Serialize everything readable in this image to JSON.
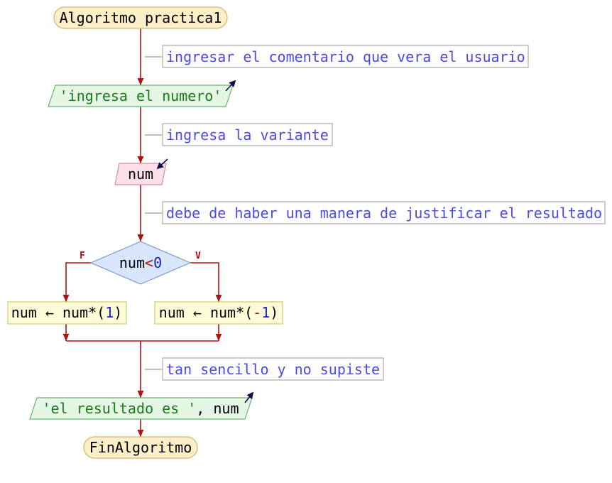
{
  "flow": {
    "start_keyword": "Algoritmo",
    "algorithm_name": "practica1",
    "comment1": "ingresar el comentario que vera el usuario",
    "write1_text": "'ingresa el numero'",
    "comment2": "ingresa la variante",
    "read_var": "num",
    "comment3": "debe de haber una manera de justificar el resultado",
    "cond_var": "num",
    "cond_op": "<",
    "cond_value": "0",
    "label_false": "F",
    "label_true": "V",
    "assign_left_var": "num",
    "assign_left_arrow": "←",
    "assign_left_expr_var": "num",
    "assign_left_mul": "*",
    "assign_left_paren_open": "(",
    "assign_left_value": "1",
    "assign_left_paren_close": ")",
    "assign_right_var": "num",
    "assign_right_arrow": "←",
    "assign_right_expr_var": "num",
    "assign_right_mul": "*",
    "assign_right_paren_open": "(",
    "assign_right_minus": "-",
    "assign_right_value": "1",
    "assign_right_paren_close": ")",
    "comment4": "tan sencillo y no supiste",
    "write2_text": "'el resultado es '",
    "write2_sep": ", ",
    "write2_var": "num",
    "end_keyword": "FinAlgoritmo"
  },
  "colors": {
    "flow_line": "#b01010",
    "terminal_fill": "#fdf0c8",
    "terminal_stroke": "#d4b46a",
    "write_fill": "#e4f6e4",
    "write_stroke": "#6ab46a",
    "read_fill": "#fde0ea",
    "read_stroke": "#d88aa8",
    "decision_fill": "#d8e6fb",
    "decision_stroke": "#7a9acc",
    "process_fill": "#fefcd8",
    "process_stroke": "#d6c86a",
    "comment_stroke": "#999999",
    "io_arrow": "#10104a"
  },
  "icons": {
    "output_arrow": "output-arrow-icon",
    "input_arrow": "input-arrow-icon"
  }
}
